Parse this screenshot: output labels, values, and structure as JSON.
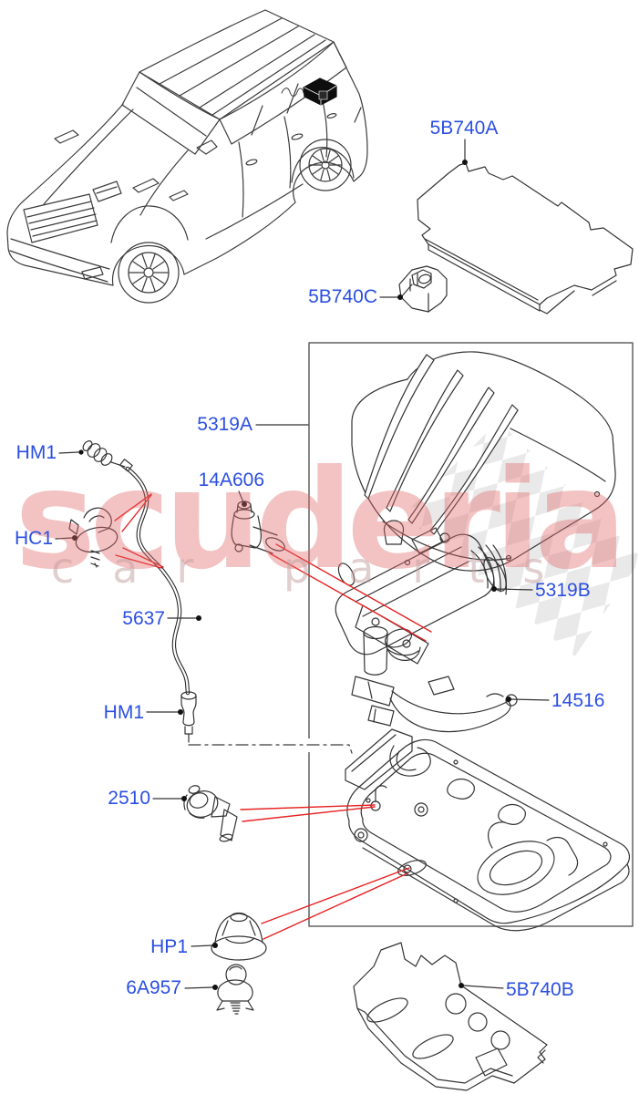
{
  "page": {
    "background": "#ffffff",
    "watermark": {
      "brand": "scuderia",
      "tagline": "car parts"
    },
    "colors": {
      "label_blue": "#2B4FE2",
      "callout_red": "#E62222",
      "line_dark": "#333333",
      "box_border_gray": "#606060",
      "watermark_pink": "#E06A6A",
      "watermark_tagline_gray": "#C49E9E",
      "checker_gray": "#E9E9E9",
      "module_black": "#0E0E0E"
    },
    "labels": {
      "p5b740a": {
        "text": "5B740A"
      },
      "p5b740c": {
        "text": "5B740C"
      },
      "p5319a": {
        "text": "5319A"
      },
      "p14a606": {
        "text": "14A606"
      },
      "hm1_top": {
        "text": "HM1"
      },
      "hc1": {
        "text": "HC1"
      },
      "p5637": {
        "text": "5637"
      },
      "hm1_bottom": {
        "text": "HM1"
      },
      "p2510": {
        "text": "2510"
      },
      "p5319b": {
        "text": "5319B"
      },
      "p14516": {
        "text": "14516"
      },
      "hp1": {
        "text": "HP1"
      },
      "p6a957": {
        "text": "6A957"
      },
      "p5b740b": {
        "text": "5B740B"
      }
    }
  }
}
